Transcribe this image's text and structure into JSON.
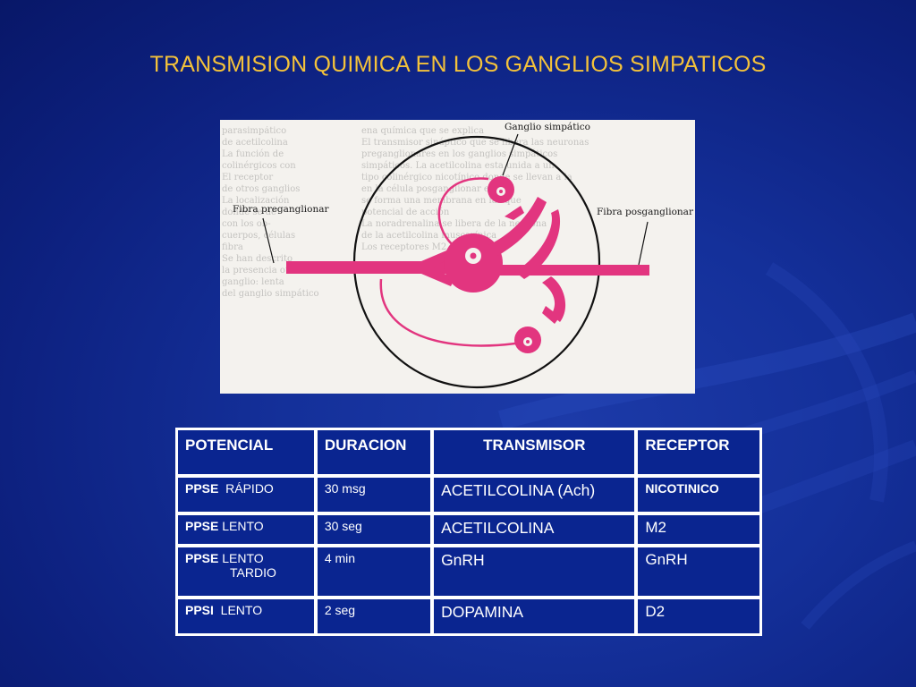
{
  "slide": {
    "title": "TRANSMISION QUIMICA EN LOS GANGLIOS SIMPATICOS"
  },
  "figure": {
    "label_ganglio": "Ganglio simpático",
    "label_pre": "Fibra preganglionar",
    "label_post": "Fibra posganglionar",
    "background_text": [
      "ena química que se explica",
      "El transmisor sináptico que se libera las neuronas",
      "preganglionares en los ganglios simpáticos",
      "simpáticos. La acetilcolina esta unida a un",
      "tipo colinérgico nicotínico donde se llevan a la",
      "en la célula posganglionar en las",
      "se forma una membrana en las que",
      "potencial de acción",
      "La noradrenalina se libera de la neurona",
      "de la acetilcolina muscarínica",
      "Los receptores M2 del ganglio"
    ],
    "left_text": [
      "parasimpático",
      "de acetilcolina",
      "La función de",
      "colinérgicos con",
      "El receptor",
      "de otros ganglios",
      "La localización",
      "donde se de",
      "con los ob-",
      "cuerpos, células",
      "fibra",
      "Se han descrito",
      "la presencia otra",
      "ganglio: lenta",
      "del ganglio simpático"
    ],
    "pink_color": "#e2357f",
    "line_color": "#111111"
  },
  "table": {
    "headers": [
      "POTENCIAL",
      "DURACION",
      "TRANSMISOR",
      "RECEPTOR"
    ],
    "rows": [
      {
        "pot_bold": "PPSE",
        "pot_rest": "  RÁPIDO",
        "pot_extra": "",
        "dur": "30 msg",
        "trans": "ACETILCOLINA (Ach)",
        "rec": "NICOTINICO"
      },
      {
        "pot_bold": "PPSE",
        "pot_rest": " LENTO",
        "pot_extra": "",
        "dur": "30 seg",
        "trans": "ACETILCOLINA",
        "rec": "M2"
      },
      {
        "pot_bold": "PPSE",
        "pot_rest": " LENTO",
        "pot_extra": "TARDIO",
        "dur": "4 min",
        "trans": "GnRH",
        "rec": "GnRH"
      },
      {
        "pot_bold": "PPSI",
        "pot_rest": "  LENTO",
        "pot_extra": "",
        "dur": "2 seg",
        "trans": "DOPAMINA",
        "rec": "D2"
      }
    ]
  },
  "colors": {
    "title": "#f4c23a",
    "table_cell": "#0a2590",
    "table_border": "#ffffff"
  }
}
